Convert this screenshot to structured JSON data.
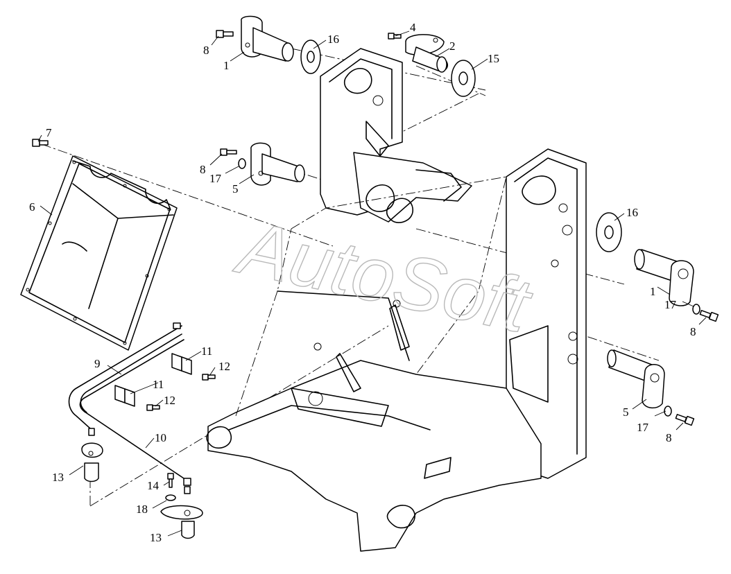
{
  "watermark": "AutoSoft",
  "callouts": {
    "c1a": "1",
    "c1b": "1",
    "c2": "2",
    "c4": "4",
    "c5a": "5",
    "c5b": "5",
    "c6": "6",
    "c7": "7",
    "c8a": "8",
    "c8b": "8",
    "c8c": "8",
    "c8d": "8",
    "c9": "9",
    "c10": "10",
    "c11a": "11",
    "c11b": "11",
    "c12a": "12",
    "c12b": "12",
    "c13a": "13",
    "c13b": "13",
    "c14": "14",
    "c15": "15",
    "c16a": "16",
    "c16b": "16",
    "c17a": "17",
    "c17b": "17",
    "c17c": "17",
    "c18": "18"
  }
}
